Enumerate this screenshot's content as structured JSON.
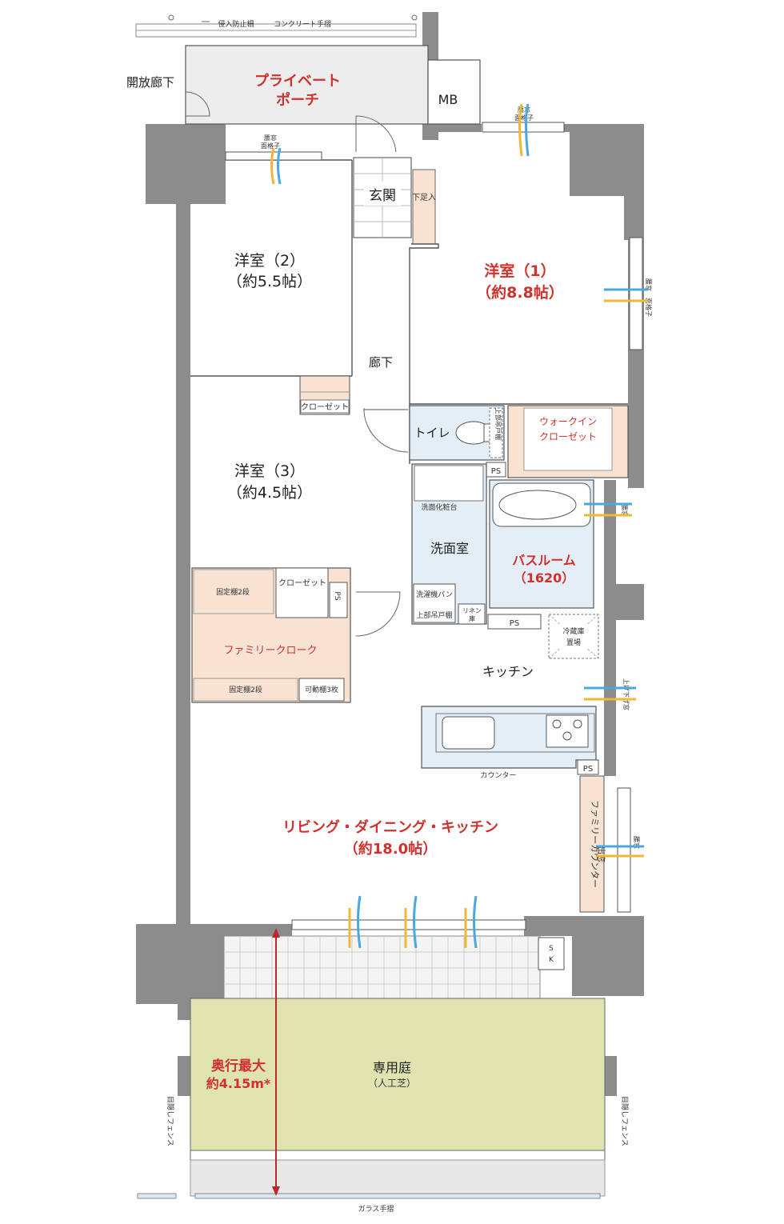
{
  "labels": {
    "porch": [
      "プライベート",
      "ポーチ"
    ],
    "mb": "MB",
    "open_corridor": "開放廊下",
    "security_fence": "侵入防止柵",
    "concrete_rail": "コンクリート手摺",
    "entrance": "玄関",
    "shoe_box": "下足入",
    "room1": [
      "洋室（1）",
      "（約8.8帖）"
    ],
    "room2": [
      "洋室（2）",
      "（約5.5帖）"
    ],
    "room3": [
      "洋室（3）",
      "（約4.5帖）"
    ],
    "hallway": "廊下",
    "closet": "クローゼット",
    "closet2": "クローゼット",
    "toilet": "トイレ",
    "upper_shelf": "上部吊戸棚",
    "walkin": [
      "ウォークイン",
      "クローゼット"
    ],
    "ps": "PS",
    "vanity": "洗面化粧台",
    "washroom": "洗面室",
    "bathroom": [
      "バスルーム",
      "（1620）"
    ],
    "laundry_pan": "洗濯機パン",
    "upper_cabinet": "上部吊戸棚",
    "linen": [
      "リネン",
      "庫"
    ],
    "fridge": [
      "冷蔵庫",
      "置場"
    ],
    "kitchen": "キッチン",
    "counter": "カウンター",
    "family_counter": "ファミリーカウンター",
    "bay_window": "出窓",
    "family_cloak": "ファミリークローク",
    "fixed_shelf": "固定棚2段",
    "fixed_shelf2": "固定棚2段",
    "movable_shelf": "可動棚3枚",
    "ldk": [
      "リビング・ダイニング・キッチン",
      "（約18.0帖）"
    ],
    "garden": [
      "専用庭",
      "（人工芝）"
    ],
    "depth": [
      "奥行最大",
      "約4.15m*"
    ],
    "sk": [
      "S",
      "K"
    ],
    "screen_fence": "目隠しフェンス",
    "glass_rail": "ガラス手摺",
    "window_lattice": [
      "腰窓",
      "面格子"
    ],
    "slide_window": [
      "上げ下げ窓",
      "面格子"
    ]
  }
}
